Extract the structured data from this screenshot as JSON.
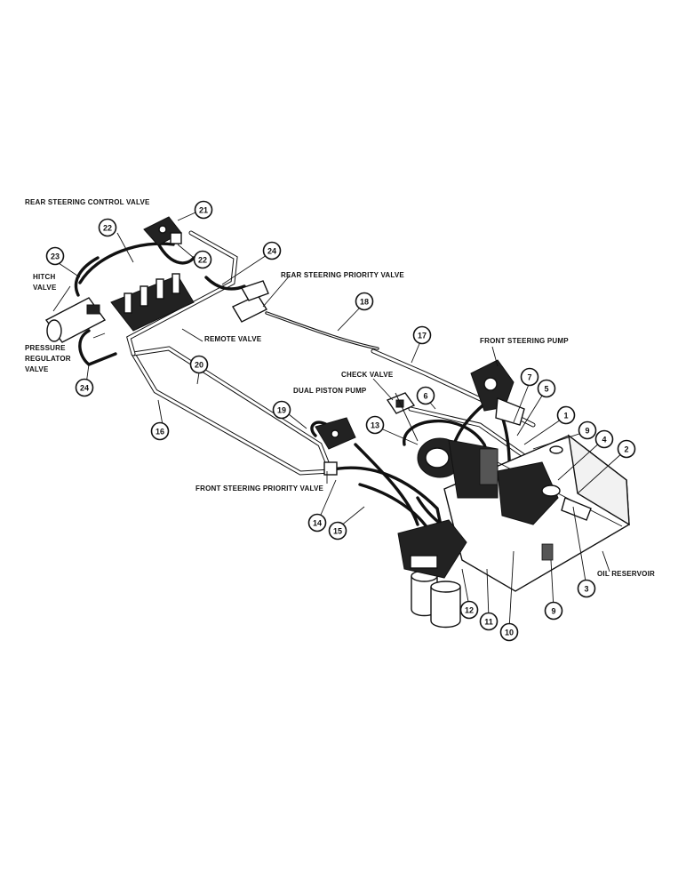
{
  "labels": {
    "rear_steering_control_valve": "REAR STEERING CONTROL VALVE",
    "rear_steering_priority_valve": "REAR STEERING PRIORITY VALVE",
    "hitch_valve_1": "HITCH",
    "hitch_valve_2": "VALVE",
    "pressure_regulator_1": "PRESSURE",
    "pressure_regulator_2": "REGULATOR",
    "pressure_regulator_3": "VALVE",
    "remote_valve": "REMOTE VALVE",
    "front_steering_pump": "FRONT STEERING PUMP",
    "check_valve": "CHECK VALVE",
    "dual_piston_pump": "DUAL PISTON PUMP",
    "front_steering_priority_valve": "FRONT STEERING PRIORITY VALVE",
    "oil_reservoir": "OIL RESERVOIR"
  },
  "callouts": {
    "c21": "21",
    "c22a": "22",
    "c22b": "22",
    "c23": "23",
    "c24a": "24",
    "c24b": "24",
    "c18": "18",
    "c17": "17",
    "c20": "20",
    "c16": "16",
    "c19": "19",
    "c13": "13",
    "c6": "6",
    "c7": "7",
    "c5": "5",
    "c1": "1",
    "c9a": "9",
    "c4": "4",
    "c2": "2",
    "c14": "14",
    "c15": "15",
    "c12": "12",
    "c11": "11",
    "c10": "10",
    "c9b": "9",
    "c3": "3"
  }
}
